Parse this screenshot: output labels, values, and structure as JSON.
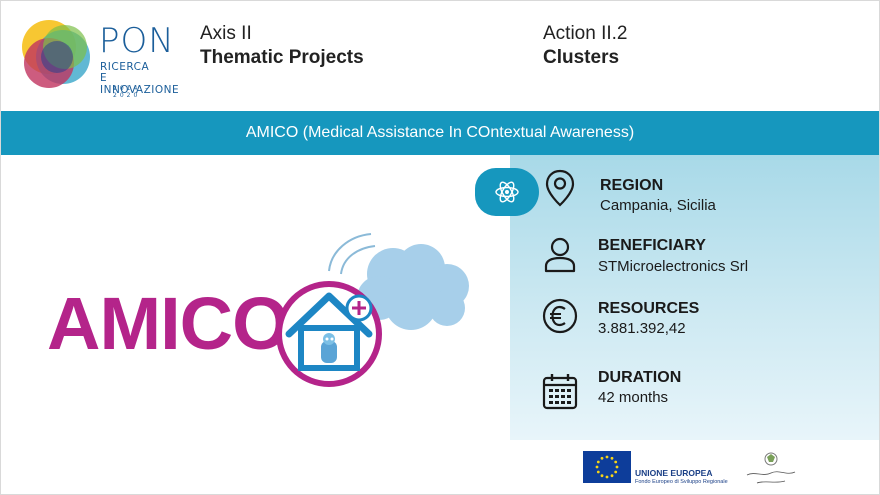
{
  "header": {
    "logo": {
      "name": "PON",
      "line1": "RICERCA",
      "line2": "E INNOVAZIONE",
      "years": "2014 - 2020"
    },
    "axis": {
      "label": "Axis II",
      "title": "Thematic Projects"
    },
    "action": {
      "label": "Action II.2",
      "title": "Clusters"
    }
  },
  "banner": {
    "title": "AMICO (Medical Assistance In COntextual Awareness)"
  },
  "project_logo": {
    "text": "AMICO"
  },
  "info": {
    "region": {
      "label": "REGION",
      "value": "Campania, Sicilia",
      "icon": "map-pin-icon"
    },
    "beneficiary": {
      "label": "BENEFICIARY",
      "value": "STMicroelectronics Srl",
      "icon": "person-icon"
    },
    "resources": {
      "label": "RESOURCES",
      "value": "3.881.392,42",
      "icon": "euro-icon"
    },
    "duration": {
      "label": "DURATION",
      "value": "42 months",
      "icon": "calendar-icon"
    }
  },
  "footer": {
    "eu": {
      "title": "UNIONE EUROPEA",
      "subtitle": "Fondo Europeo di Sviluppo Regionale"
    },
    "ministry": "Ministero dell'Università e della Ricerca"
  },
  "colors": {
    "banner": "#1697be",
    "amico_magenta": "#b4248a",
    "panel_light_blue": "#a8d9e8",
    "pon_blue": "#1b5e9a"
  }
}
